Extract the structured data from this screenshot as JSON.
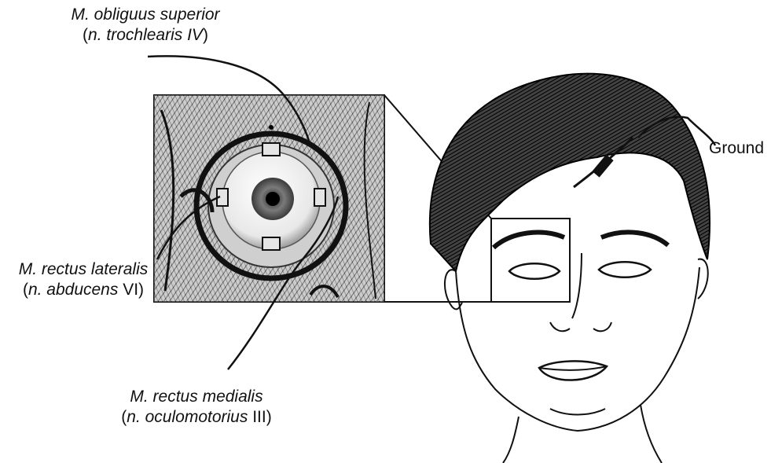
{
  "labels": {
    "superior_line1": "M. obliguus superior",
    "superior_line2_open": "(",
    "superior_line2_nerve": "n. trochlearis IV",
    "superior_line2_close": ")",
    "lateralis_line1": "M. rectus lateralis",
    "lateralis_line2_open": "(",
    "lateralis_line2_nerve": "n. abducens",
    "lateralis_line2_num": " VI)",
    "medialis_line1": "M. rectus medialis",
    "medialis_line2_open": "(",
    "medialis_line2_nerve": "n. oculomotorius",
    "medialis_line2_num": " III)",
    "ground": "Ground"
  },
  "colors": {
    "ink": "#111111",
    "skin_shade": "#8a8a8a",
    "iris": "#6b6b6b",
    "pupil": "#000000"
  }
}
